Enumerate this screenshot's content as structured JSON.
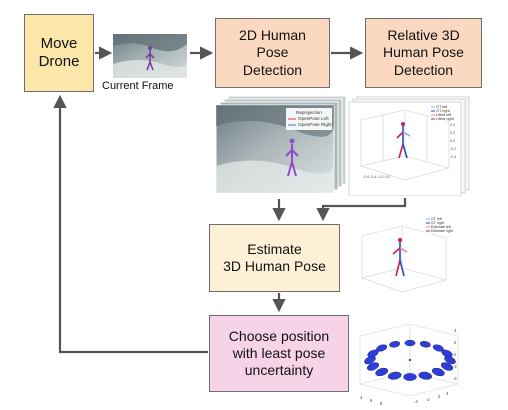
{
  "boxes": {
    "move_drone": [
      "Move",
      "Drone"
    ],
    "detection_2d": [
      "2D Human",
      "Pose",
      "Detection"
    ],
    "relative_3d": [
      "Relative 3D",
      "Human Pose",
      "Detection"
    ],
    "estimate_3d": [
      "Estimate",
      "3D Human Pose"
    ],
    "choose_position": [
      "Choose position",
      "with least pose",
      "uncertainty"
    ]
  },
  "labels": {
    "current_frame": "Current Frame"
  },
  "legends": {
    "pose_2d": [
      "Reprojection",
      "OpenPose Left",
      "OpenPose Right"
    ],
    "relative_3d": [
      "GT left",
      "GT right",
      "Lifted left",
      "Lifted right"
    ],
    "estimate_3d": [
      "GT left",
      "GT right",
      "Estimate left",
      "Estimate right"
    ]
  },
  "colors": {
    "move_drone": "#fbe7a9",
    "pose_detection": "#fbd9c1",
    "estimate": "#fdf0d5",
    "choose": "#f6d3e7",
    "arrow": "#555555",
    "ellipse": "#2f3fd6"
  }
}
